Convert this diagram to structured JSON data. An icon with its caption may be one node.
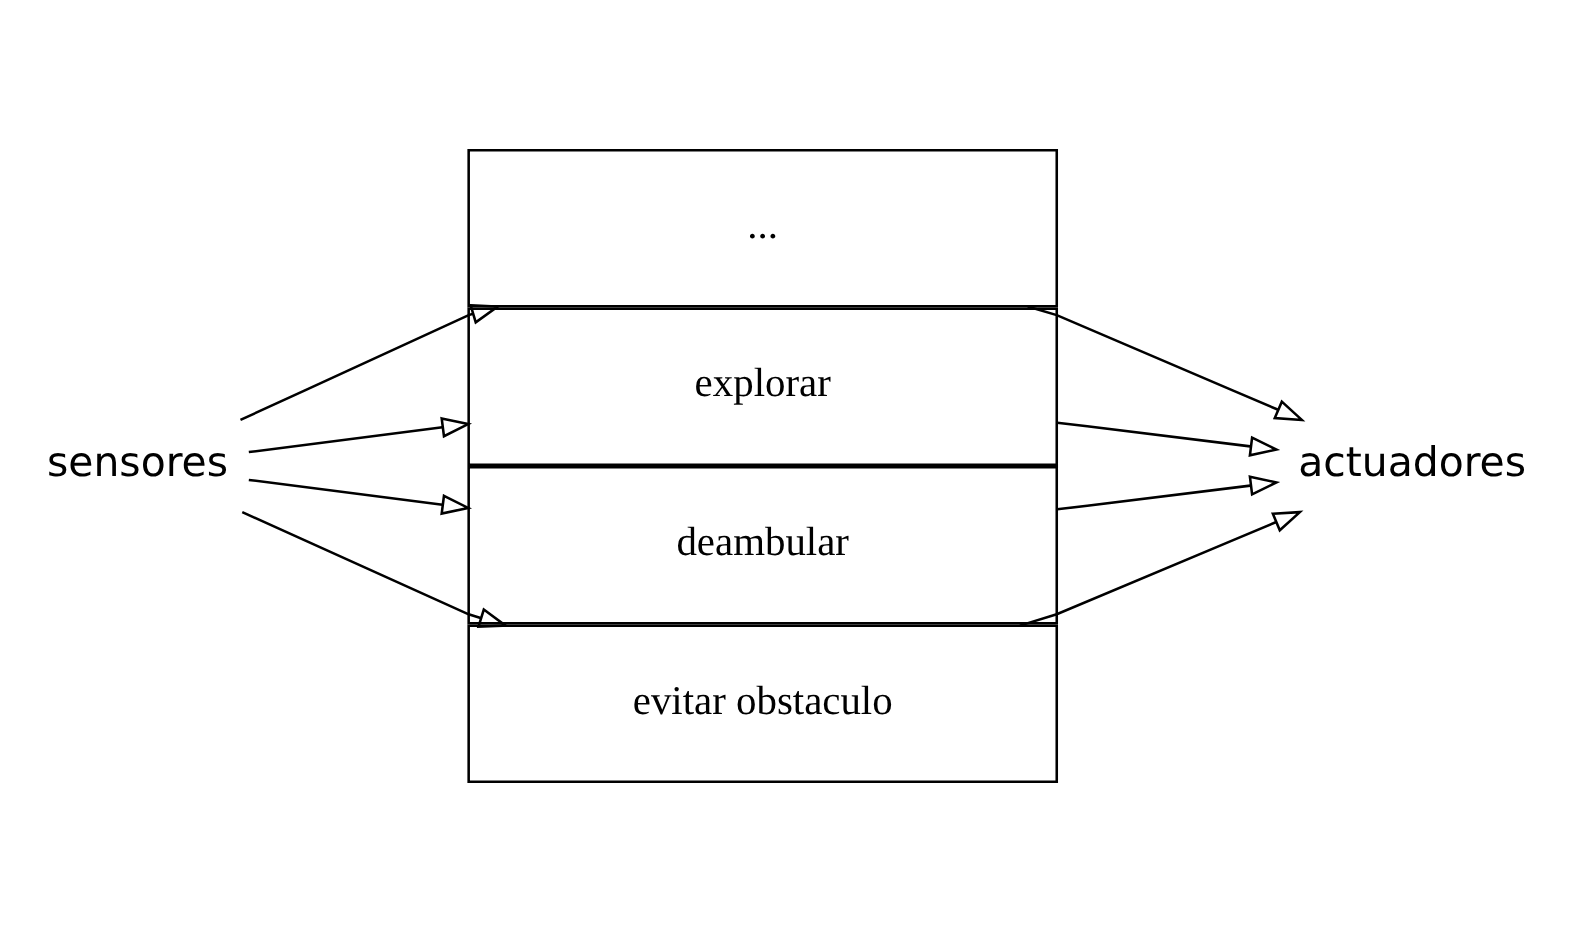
{
  "diagram": {
    "nodes": [
      {
        "text": [
          "sensores"
        ]
      },
      {
        "text": [
          "..."
        ]
      },
      {
        "text": [
          "explorar"
        ]
      },
      {
        "text": [
          "deambular"
        ]
      },
      {
        "text": [
          "evitar obstaculo"
        ]
      },
      {
        "text": [
          "actuadores"
        ]
      }
    ],
    "edges": [
      {
        "from": 0,
        "to": 1,
        "arrow": "to"
      },
      {
        "from": 0,
        "to": 2,
        "arrow": "to"
      },
      {
        "from": 0,
        "to": 3,
        "arrow": "to"
      },
      {
        "from": 0,
        "to": 4,
        "arrow": "to"
      },
      {
        "from": 1,
        "to": 5,
        "arrow": "to"
      },
      {
        "from": 2,
        "to": 5,
        "arrow": "to"
      },
      {
        "from": 3,
        "to": 5,
        "arrow": "to"
      },
      {
        "from": 4,
        "to": 5,
        "arrow": "to"
      }
    ]
  }
}
